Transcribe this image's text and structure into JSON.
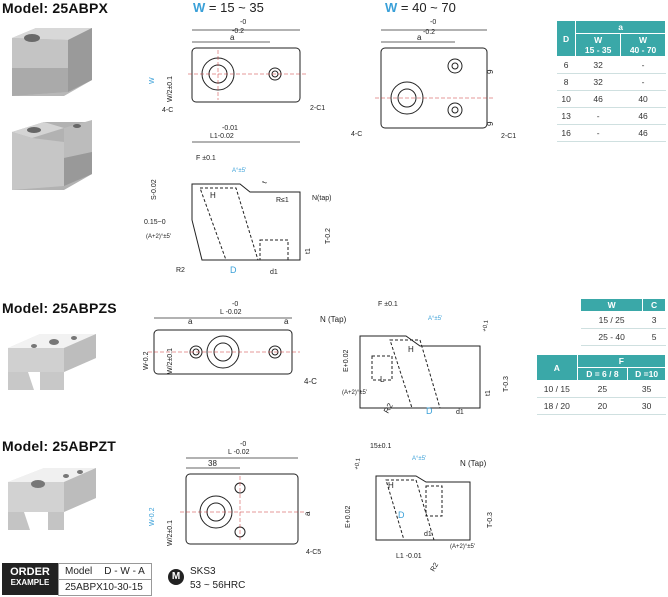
{
  "models": {
    "m1": "Model: 25ABPX",
    "m2": "Model: 25ABPZS",
    "m3": "Model: 25ABPZT"
  },
  "headers": {
    "w_small": "W",
    "w_small_range": " = 15 ~ 35",
    "w_large": "W",
    "w_large_range": " = 40 ~ 70"
  },
  "labels": {
    "L_tol": "-0",
    "L_tol2": "-0.2",
    "L": "L",
    "a": "a",
    "W": "W",
    "W_tol": "-0.2",
    "W2": "W/2±0.1",
    "fourC": "4-C",
    "twoC1": "2-C1",
    "nine": "9",
    "L1_tol": "-0.01",
    "L1": "L1-0.02",
    "F01": "F ±0.1",
    "A5": "A°±5'",
    "H": "H",
    "Rle1": "R≤1",
    "Ntap": "N(tap)",
    "S": "S-0.02",
    "t01": "+0.1",
    "t0": "t",
    "p015": "0.15~0",
    "A25": "(A+2)°±5'",
    "R2": "R2",
    "D": "D",
    "d1": "d1",
    "t1": "t1",
    "T": "T-0.2",
    "T0": "-0.1",
    "Ltol02": "L -0.02",
    "fourC2": "4-C",
    "NTap2": "N (Tap)",
    "E": "E+0.02",
    "T3": "T-0.3",
    "W02": "W-0.2",
    "n38": "38",
    "fourC5": "4-C5",
    "n15": "15±0.1",
    "L1b": "L1 -0.01",
    "NTap3": "N (Tap)"
  },
  "table1": {
    "head_D": "D",
    "head_a": "a",
    "head_w1": "W",
    "head_w1r": "15 - 35",
    "head_w2": "W",
    "head_w2r": "40 - 70",
    "rows": [
      [
        "6",
        "32",
        "-"
      ],
      [
        "8",
        "32",
        "-"
      ],
      [
        "10",
        "46",
        "40"
      ],
      [
        "13",
        "-",
        "46"
      ],
      [
        "16",
        "-",
        "46"
      ]
    ]
  },
  "table2": {
    "head_W": "W",
    "head_C": "C",
    "rows": [
      [
        "15 / 25",
        "3"
      ],
      [
        "25 - 40",
        "5"
      ]
    ]
  },
  "table3": {
    "head_A": "A",
    "head_F": "F",
    "head_f1": "D = 6 / 8",
    "head_f2": "D =10",
    "rows": [
      [
        "10 / 15",
        "25",
        "35"
      ],
      [
        "18 / 20",
        "20",
        "30"
      ]
    ]
  },
  "order": {
    "title1": "ORDER",
    "title2": "EXAMPLE",
    "model_label": "Model",
    "format": "D - W - A",
    "example": "25ABPX10-30-15"
  },
  "material": {
    "icon": "M",
    "name": "SKS3",
    "hardness": "53 ~ 56HRC"
  }
}
